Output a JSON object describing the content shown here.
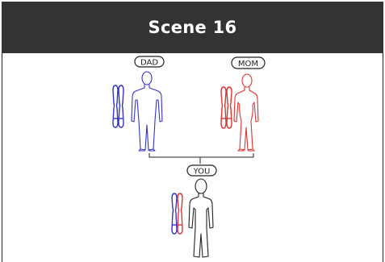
{
  "header": {
    "title": "Scene 16"
  },
  "scene": {
    "dad_label": "DAD",
    "mom_label": "MOM",
    "you_label": "YOU"
  },
  "colors": {
    "header_bg": "#333333",
    "dad_blue": "#3333cc",
    "mom_red": "#dd3333",
    "outline_dark": "#222222"
  }
}
